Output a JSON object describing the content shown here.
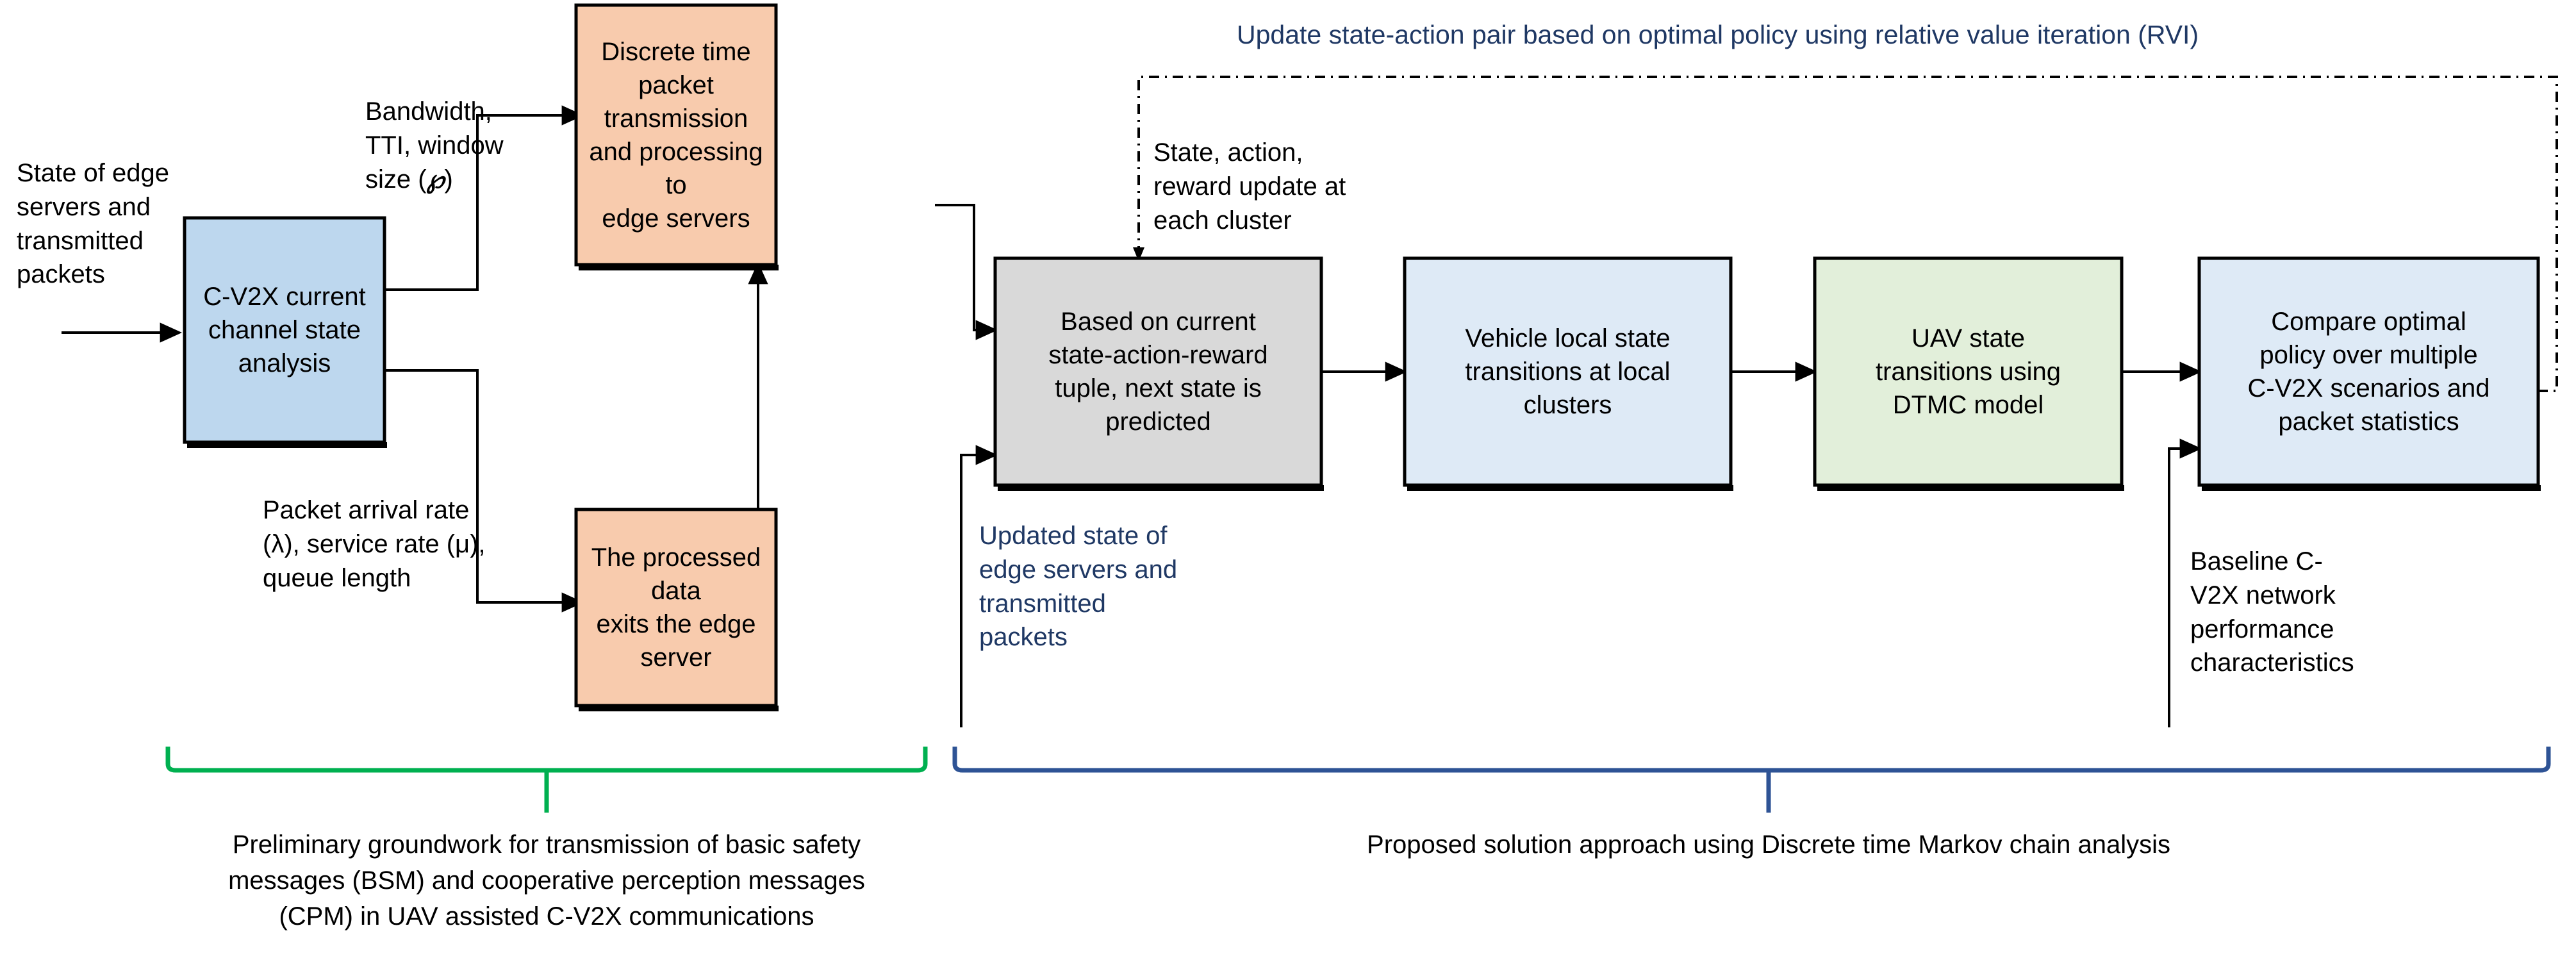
{
  "diagram": {
    "title_top": "Update state-action pair based on optimal policy using relative value iteration (RVI)",
    "colors": {
      "blue_fill": "#BDD7EE",
      "light_blue_fill": "#DEEAF6",
      "orange_fill": "#F8CBAD",
      "gray_fill": "#D9D9D9",
      "green_fill": "#E2EFDA",
      "box_stroke": "#000000",
      "accent_navy": "#1F3864",
      "bracket_green": "#00B050",
      "bracket_blue": "#2E5395"
    },
    "boxes": [
      {
        "id": "cv2x-channel",
        "text": "C-V2X current\nchannel state\nanalysis"
      },
      {
        "id": "discrete-time",
        "text": "Discrete time\npacket transmission\nand processing to\nedge servers"
      },
      {
        "id": "processed-data",
        "text": "The processed data\nexits the edge\nserver"
      },
      {
        "id": "next-state",
        "text": "Based on current\nstate-action-reward\ntuple, next state is\npredicted"
      },
      {
        "id": "vehicle-local",
        "text": "Vehicle local state\ntransitions at local\nclusters"
      },
      {
        "id": "uav-state",
        "text": "UAV state\ntransitions using\nDTMC model"
      },
      {
        "id": "compare-policy",
        "text": "Compare optimal\npolicy over multiple\nC-V2X scenarios and\npacket statistics"
      }
    ],
    "annotations": {
      "state_of_edge": "State of edge\nservers and\ntransmitted\npackets",
      "bandwidth": "Bandwidth,\nTTI, window\nsize (",
      "bandwidth_symbol": "℘",
      "bandwidth_tail": ")",
      "packet_rate": "Packet arrival rate\n(λ), service rate (μ),\nqueue length",
      "state_action_reward": "State, action,\nreward update at\neach cluster",
      "updated_state": "Updated state of\nedge servers and\ntransmitted\npackets",
      "baseline": "Baseline C-\nV2X network\nperformance\ncharacteristics"
    },
    "captions": {
      "left": "Preliminary groundwork for transmission of basic safety\nmessages (BSM) and cooperative perception messages\n(CPM) in UAV assisted C-V2X communications",
      "right": "Proposed solution approach using Discrete time Markov chain analysis"
    }
  }
}
